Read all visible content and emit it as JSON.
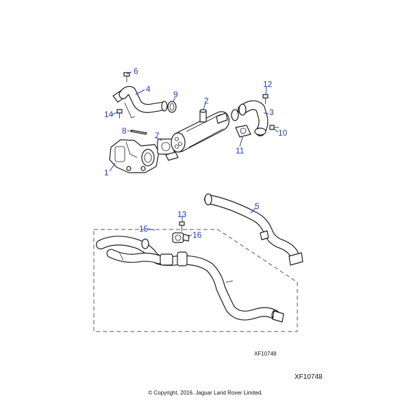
{
  "callouts": {
    "c1": "1",
    "c2": "2",
    "c3": "3",
    "c4": "4",
    "c5": "5",
    "c6": "6",
    "c7": "7",
    "c8": "8",
    "c9": "9",
    "c10": "10",
    "c11": "11",
    "c12": "12",
    "c13": "13",
    "c14": "14",
    "c15": "15",
    "c16": "16"
  },
  "reference_small": "XF10748",
  "reference_large": "XF10748",
  "copyright": "© Copyright, 2016. Jaguar Land Rover Limited.",
  "colors": {
    "callout": "#1f3fbf",
    "linework": "#1a1a1a"
  }
}
